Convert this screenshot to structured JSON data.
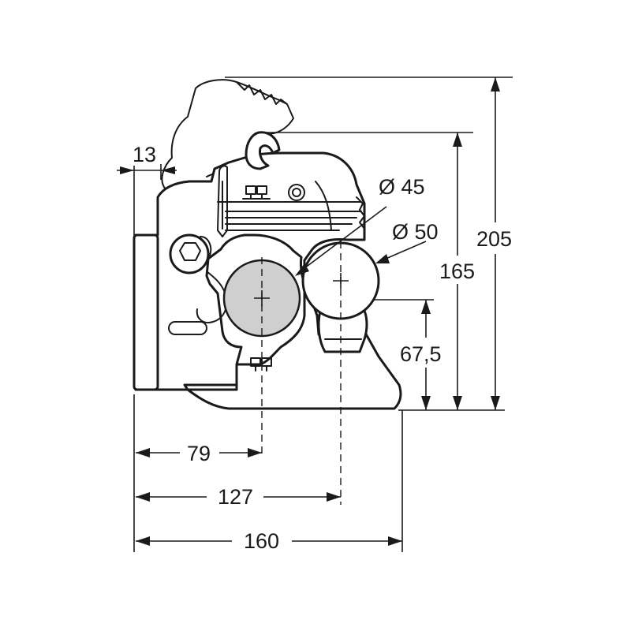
{
  "diagram": {
    "dimensions": {
      "offset_13": "13",
      "ball_small_diameter": "Ø 45",
      "ball_large_diameter": "Ø 50",
      "height_205": "205",
      "height_165": "165",
      "height_67_5": "67,5",
      "width_79": "79",
      "width_127": "127",
      "width_160": "160"
    },
    "colors": {
      "line": "#1a1a1a",
      "ball_fill": "#cfcfcf",
      "background": "#ffffff"
    }
  }
}
